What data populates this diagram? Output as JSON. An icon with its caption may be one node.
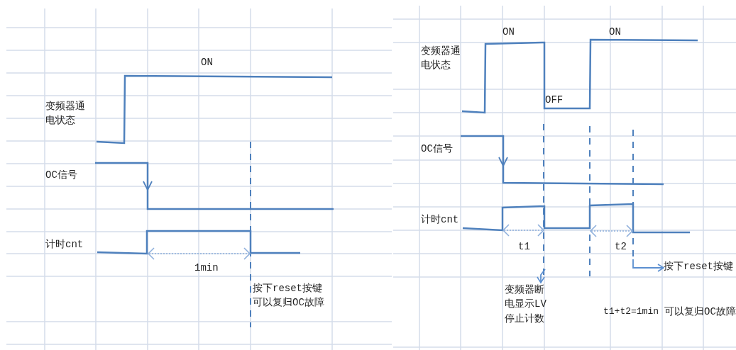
{
  "diagram": {
    "nodes": [
      {
        "text": [
          "变频器断电显示LV停止计数"
        ]
      },
      {
        "text": [
          "按下reset按键"
        ]
      }
    ],
    "edges": [
      {
        "from": null,
        "to": 0,
        "arrow": "to"
      },
      {
        "from": null,
        "to": 1,
        "arrow": "to"
      }
    ],
    "labels": [
      "ON",
      "变频器通电状态",
      "OC信号",
      "计时cnt",
      "1min",
      "按下reset按键可以复归OC故障",
      "ON",
      "ON",
      "变频器通电状态",
      "OFF",
      "OC信号",
      "计时cnt",
      "t1",
      "t2",
      "t1+t2=1min",
      "可以复归OC故障"
    ]
  }
}
